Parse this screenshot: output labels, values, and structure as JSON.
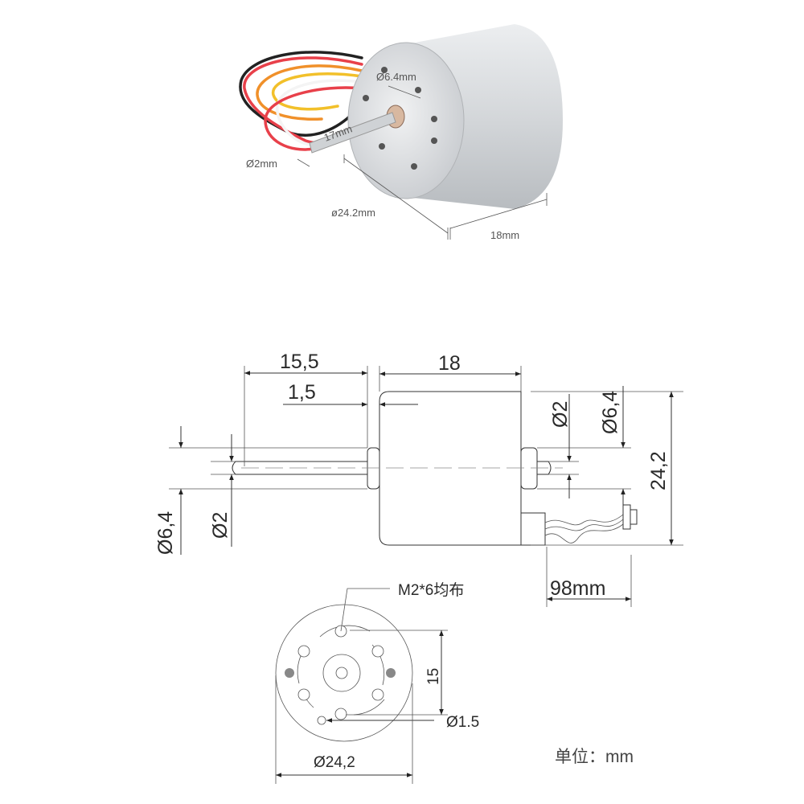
{
  "photo": {
    "labels": {
      "hub_diameter": "Ø6.4mm",
      "shaft_length": "17mm",
      "shaft_diameter": "Ø2mm",
      "body_diameter": "ø24.2mm",
      "body_length": "18mm"
    },
    "wire_colors": [
      "#e8404a",
      "#f0902a",
      "#f2c02a",
      "#ffffff",
      "#222222"
    ]
  },
  "drawing": {
    "side_view": {
      "shaft_length": "15,5",
      "flange_thickness": "1,5",
      "body_length": "18",
      "front_boss_diameter": "Ø6,4",
      "front_shaft_diameter": "Ø2",
      "rear_shaft_diameter": "Ø2",
      "rear_boss_diameter": "Ø6,4",
      "body_diameter": "24,2",
      "wire_length": "98mm"
    },
    "front_view": {
      "mount_holes": "M2*6均布",
      "hole_spacing": "15",
      "small_hole": "Ø1.5",
      "body_diameter": "Ø24,2"
    },
    "unit_label": "单位：mm"
  }
}
